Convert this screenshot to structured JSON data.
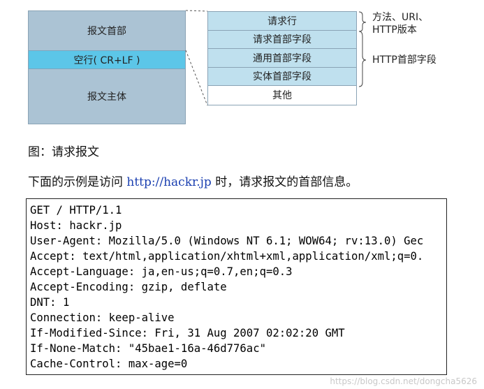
{
  "diagram": {
    "left": {
      "header": "报文首部",
      "blank_line": "空行( CR+LF )",
      "body": "报文主体"
    },
    "right": {
      "rows": [
        "请求行",
        "请求首部字段",
        "通用首部字段",
        "实体首部字段",
        "其他"
      ]
    },
    "annotations": {
      "request_line_line1": "方法、URI、",
      "request_line_line2": "HTTP版本",
      "header_fields": "HTTP首部字段"
    }
  },
  "caption": "图：请求报文",
  "intro": {
    "prefix": "下面的示例是访问 ",
    "link": "http://hackr.jp",
    "suffix": " 时，请求报文的首部信息。"
  },
  "code_lines": [
    "GET / HTTP/1.1",
    "Host: hackr.jp",
    "User-Agent: Mozilla/5.0 (Windows NT 6.1; WOW64; rv:13.0) Gec",
    "Accept: text/html,application/xhtml+xml,application/xml;q=0.",
    "Accept-Language: ja,en-us;q=0.7,en;q=0.3",
    "Accept-Encoding: gzip, deflate",
    "DNT: 1",
    "Connection: keep-alive",
    "If-Modified-Since: Fri, 31 Aug 2007 02:02:20 GMT",
    "If-None-Match: \"45bae1-16a-46d776ac\"",
    "Cache-Control: max-age=0"
  ],
  "watermark": "https://blog.csdn.net/dongcha5626",
  "colors": {
    "block_blue": "#abc3d4",
    "blank_line_cyan": "#5cc6e8",
    "row_light_blue": "#bfe0ee",
    "link_blue": "#1a3fb0"
  }
}
